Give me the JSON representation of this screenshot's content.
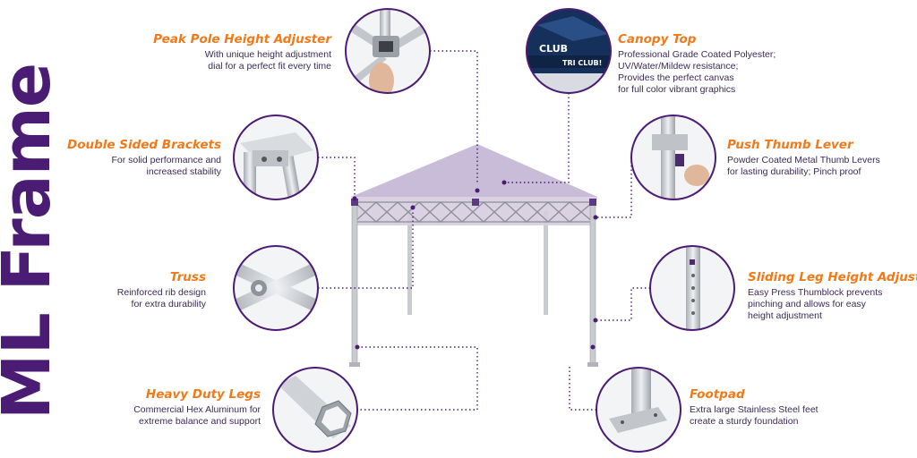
{
  "title": "ML Frame",
  "colors": {
    "brand": "#4b1c73",
    "accent": "#f07a1a",
    "canopy": "#c9bcd8",
    "frame": "#c8cbd0"
  },
  "features": {
    "peak": {
      "title": "Peak Pole Height Adjuster",
      "desc": [
        "With unique height adjustment",
        "dial for a perfect fit every time"
      ]
    },
    "brackets": {
      "title": "Double Sided Brackets",
      "desc": [
        "For solid performance and",
        "increased stability"
      ]
    },
    "truss": {
      "title": "Truss",
      "desc": [
        "Reinforced rib design",
        "for extra durability"
      ]
    },
    "legs": {
      "title": "Heavy Duty Legs",
      "desc": [
        "Commercial Hex Aluminum for",
        "extreme balance and support"
      ]
    },
    "canopy": {
      "title": "Canopy Top",
      "desc": [
        "Professional Grade Coated Polyester;",
        "UV/Water/Mildew resistance;",
        "Provides the perfect canvas",
        "for full color vibrant graphics"
      ]
    },
    "thumb": {
      "title": "Push Thumb Lever",
      "desc": [
        "Powder Coated Metal Thumb Levers",
        "for lasting durability; Pinch proof"
      ]
    },
    "sliding": {
      "title": "Sliding Leg Height Adjuster",
      "desc": [
        "Easy Press Thumblock prevents",
        "pinching and allows for easy",
        "height adjustment"
      ]
    },
    "footpad": {
      "title": "Footpad",
      "desc": [
        "Extra large Stainless Steel feet",
        "create a sturdy foundation"
      ]
    }
  },
  "canopy_graphic": {
    "brand_text": "CLUB",
    "tag_text": "TRI CLUB!"
  }
}
